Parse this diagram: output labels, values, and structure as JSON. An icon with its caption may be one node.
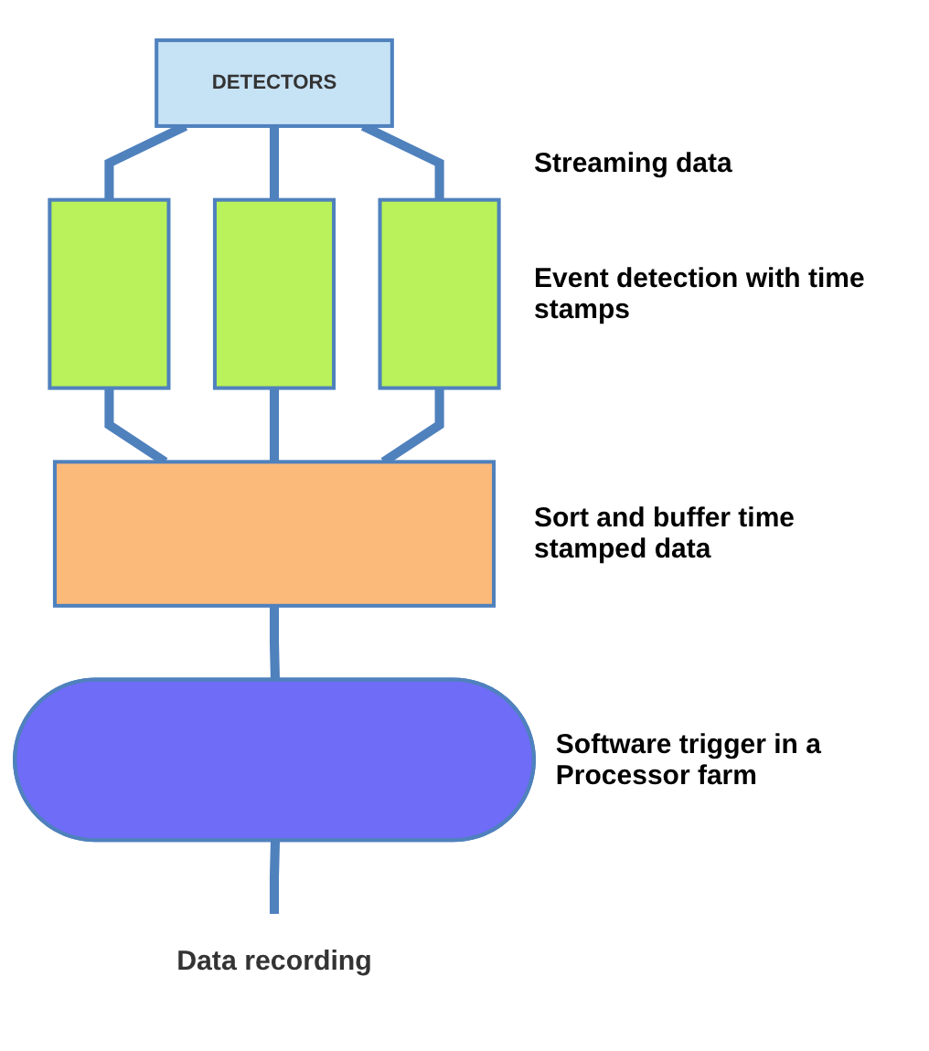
{
  "diagram": {
    "nodes": [
      {
        "text": [
          "DETECTORS"
        ]
      },
      {
        "text": [],
        "shape": "bar"
      },
      {
        "text": [],
        "shape": "bar"
      },
      {
        "text": [],
        "shape": "bar"
      },
      {
        "text": [],
        "shape": "box",
        "beside": [
          "Sort and buffer time stamped data"
        ]
      },
      {
        "text": [],
        "shape": "ellipse",
        "beside": [
          "Software trigger in a Processor farm"
        ]
      },
      {
        "text": [
          "Data recording"
        ]
      }
    ],
    "edges": [
      {
        "from": 0,
        "to": 1,
        "arrow": "none"
      },
      {
        "from": 0,
        "to": 2,
        "arrow": "none"
      },
      {
        "from": 0,
        "to": 3,
        "arrow": "none"
      },
      {
        "from": 1,
        "to": 4,
        "arrow": "none"
      },
      {
        "from": 2,
        "to": 4,
        "arrow": "none"
      },
      {
        "from": 3,
        "to": 4,
        "arrow": "none"
      },
      {
        "from": 4,
        "to": 5,
        "arrow": "none"
      },
      {
        "from": 5,
        "to": 6,
        "arrow": "none"
      }
    ],
    "labels": [
      "Streaming data",
      "Event detection with time stamps"
    ]
  }
}
